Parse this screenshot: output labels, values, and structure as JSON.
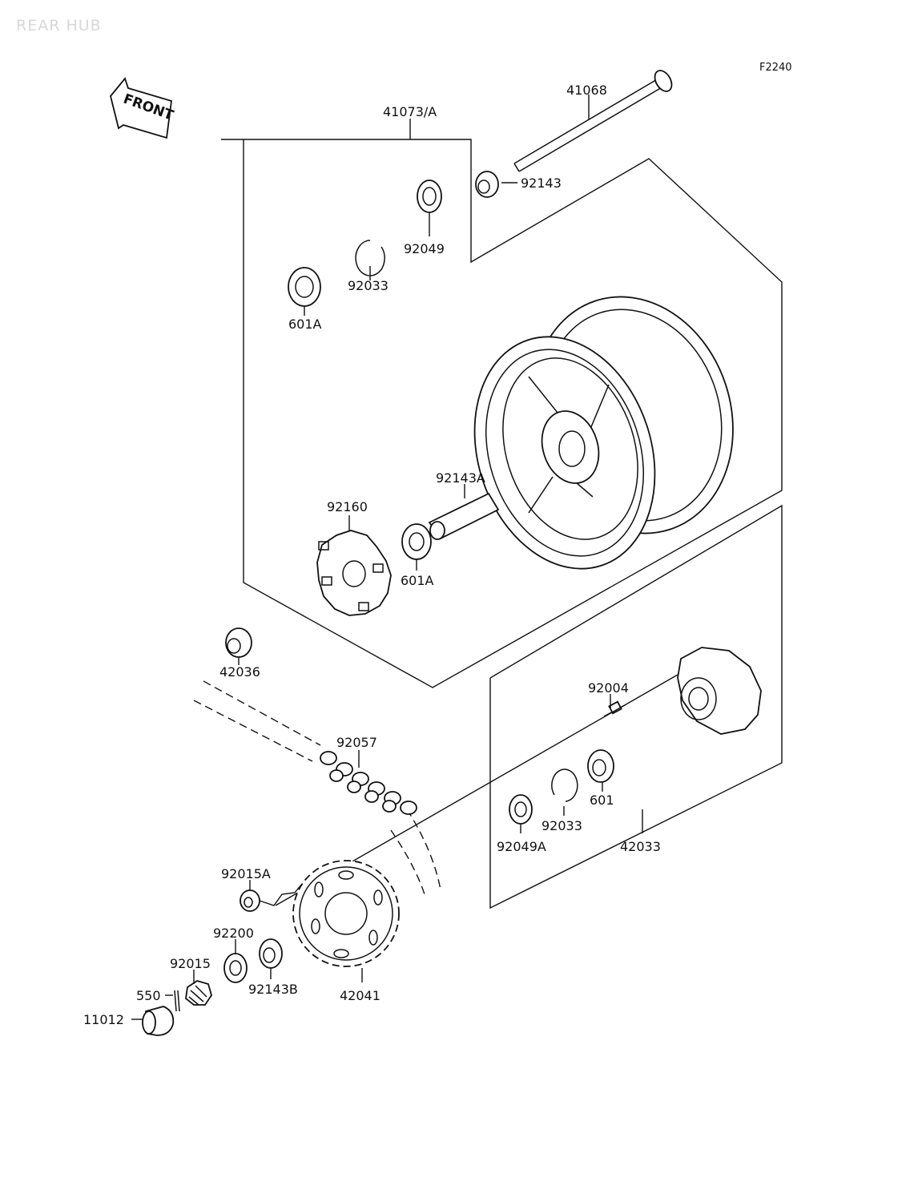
{
  "title": "REAR HUB",
  "figure_id": "F2240",
  "direction_label": "FRONT",
  "callouts": {
    "assy_41073a": "41073/A",
    "axle_41068": "41068",
    "collar_92143": "92143",
    "seal_92049": "92049",
    "circlip_92033_top": "92033",
    "bearing_601a_top": "601A",
    "collar_92143a": "92143A",
    "damper_92160": "92160",
    "bearing_601a_mid": "601A",
    "collar_42036": "42036",
    "stud_92004": "92004",
    "chain_92057": "92057",
    "bearing_601": "601",
    "circlip_92033_low": "92033",
    "seal_92049a": "92049A",
    "coupling_42033": "42033",
    "nut_92015a": "92015A",
    "washer_92200": "92200",
    "nut_92015": "92015",
    "pin_550": "550",
    "cap_11012": "11012",
    "collar_92143b": "92143B",
    "sprocket_42041": "42041"
  }
}
